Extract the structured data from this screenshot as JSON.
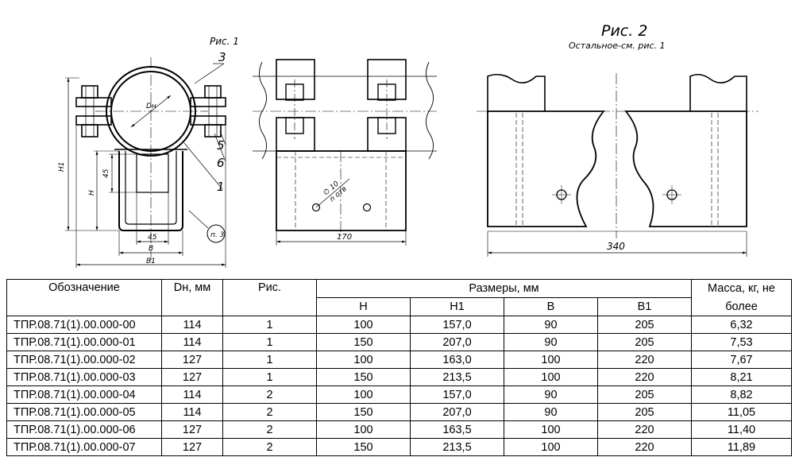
{
  "figure1": {
    "title": "Рис. 1",
    "callouts": [
      "3",
      "5",
      "6",
      "1"
    ],
    "detail_ref": "п. 3",
    "dims": {
      "dn": "Dн",
      "h1": "H1",
      "h": "H",
      "v45_side": "45",
      "h45_bottom": "45",
      "b": "B",
      "b1": "B1"
    }
  },
  "side_view": {
    "dim_170": "170",
    "hole_diam": "∅ 10",
    "hole_count": "n отв"
  },
  "figure2": {
    "title": "Рис. 2",
    "subtitle": "Остальное-см. рис. 1",
    "dim_340": "340"
  },
  "table": {
    "headers": {
      "designation": "Обозначение",
      "dn": "Dн, мм",
      "fig": "Рис.",
      "sizes": "Размеры, мм",
      "mass_line1": "Масса, кг, не",
      "mass_line2": "более",
      "h": "H",
      "h1": "H1",
      "b": "B",
      "b1": "B1"
    },
    "rows": [
      {
        "designation": "ТПР.08.71(1).00.000-00",
        "dn": "114",
        "fig": "1",
        "h": "100",
        "h1": "157,0",
        "b": "90",
        "b1": "205",
        "mass": "6,32"
      },
      {
        "designation": "ТПР.08.71(1).00.000-01",
        "dn": "114",
        "fig": "1",
        "h": "150",
        "h1": "207,0",
        "b": "90",
        "b1": "205",
        "mass": "7,53"
      },
      {
        "designation": "ТПР.08.71(1).00.000-02",
        "dn": "127",
        "fig": "1",
        "h": "100",
        "h1": "163,0",
        "b": "100",
        "b1": "220",
        "mass": "7,67"
      },
      {
        "designation": "ТПР.08.71(1).00.000-03",
        "dn": "127",
        "fig": "1",
        "h": "150",
        "h1": "213,5",
        "b": "100",
        "b1": "220",
        "mass": "8,21"
      },
      {
        "designation": "ТПР.08.71(1).00.000-04",
        "dn": "114",
        "fig": "2",
        "h": "100",
        "h1": "157,0",
        "b": "90",
        "b1": "205",
        "mass": "8,82"
      },
      {
        "designation": "ТПР.08.71(1).00.000-05",
        "dn": "114",
        "fig": "2",
        "h": "150",
        "h1": "207,0",
        "b": "90",
        "b1": "205",
        "mass": "11,05"
      },
      {
        "designation": "ТПР.08.71(1).00.000-06",
        "dn": "127",
        "fig": "2",
        "h": "100",
        "h1": "163,5",
        "b": "100",
        "b1": "220",
        "mass": "11,40"
      },
      {
        "designation": "ТПР.08.71(1).00.000-07",
        "dn": "127",
        "fig": "2",
        "h": "150",
        "h1": "213,5",
        "b": "100",
        "b1": "220",
        "mass": "11,89"
      }
    ]
  }
}
